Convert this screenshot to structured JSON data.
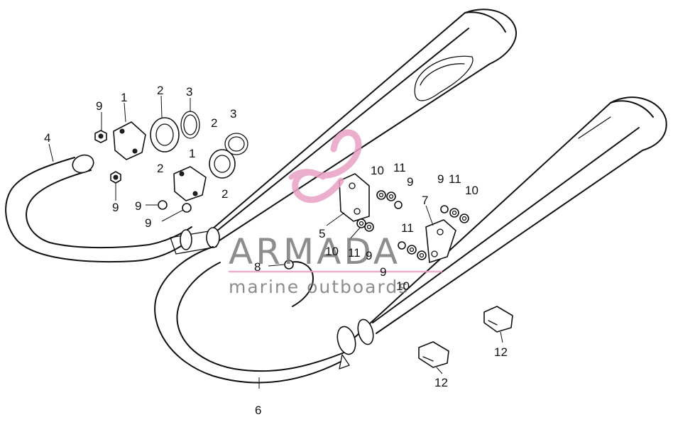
{
  "watermark": {
    "brand": "ARMADA",
    "tagline": "marine outboards",
    "logo_color": "#e8a0c4",
    "text_color": "#7a7a7a"
  },
  "callouts": {
    "c1a": "1",
    "c1b": "1",
    "c2a": "2",
    "c2b": "2",
    "c2c": "2",
    "c2d": "2",
    "c3a": "3",
    "c3b": "3",
    "c4": "4",
    "c5": "5",
    "c6": "6",
    "c7": "7",
    "c8": "8",
    "c9a": "9",
    "c9b": "9",
    "c9c": "9",
    "c9d": "9",
    "c9e": "9",
    "c9f": "9",
    "c9g": "9",
    "c10a": "10",
    "c10b": "10",
    "c10c": "10",
    "c10d": "10",
    "c11a": "11",
    "c11b": "11",
    "c11c": "11",
    "c11d": "11",
    "c12a": "12",
    "c12b": "12"
  }
}
